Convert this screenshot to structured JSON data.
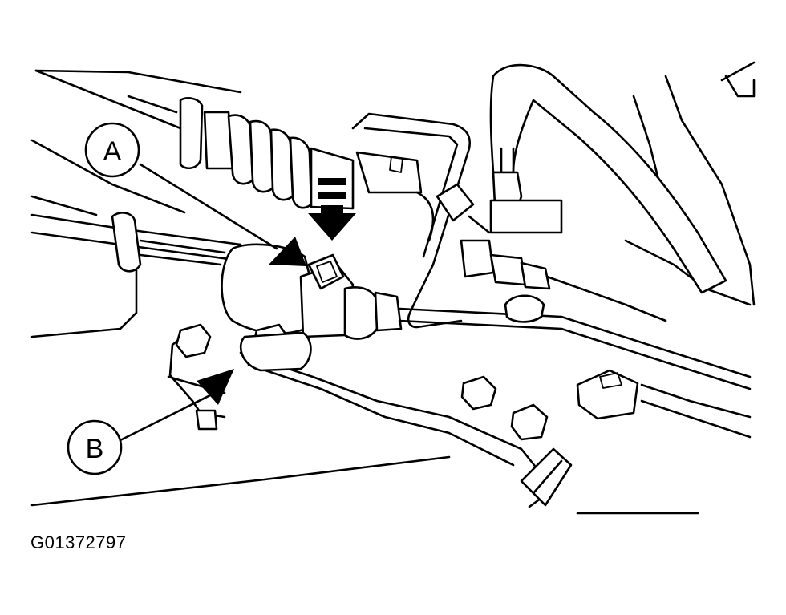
{
  "callouts": {
    "a": "A",
    "b": "B"
  },
  "reference_code": "G01372797",
  "colors": {
    "line": "#000000",
    "background": "#ffffff"
  },
  "icons": [
    "arrow-icon",
    "double-bar-arrow-icon"
  ]
}
